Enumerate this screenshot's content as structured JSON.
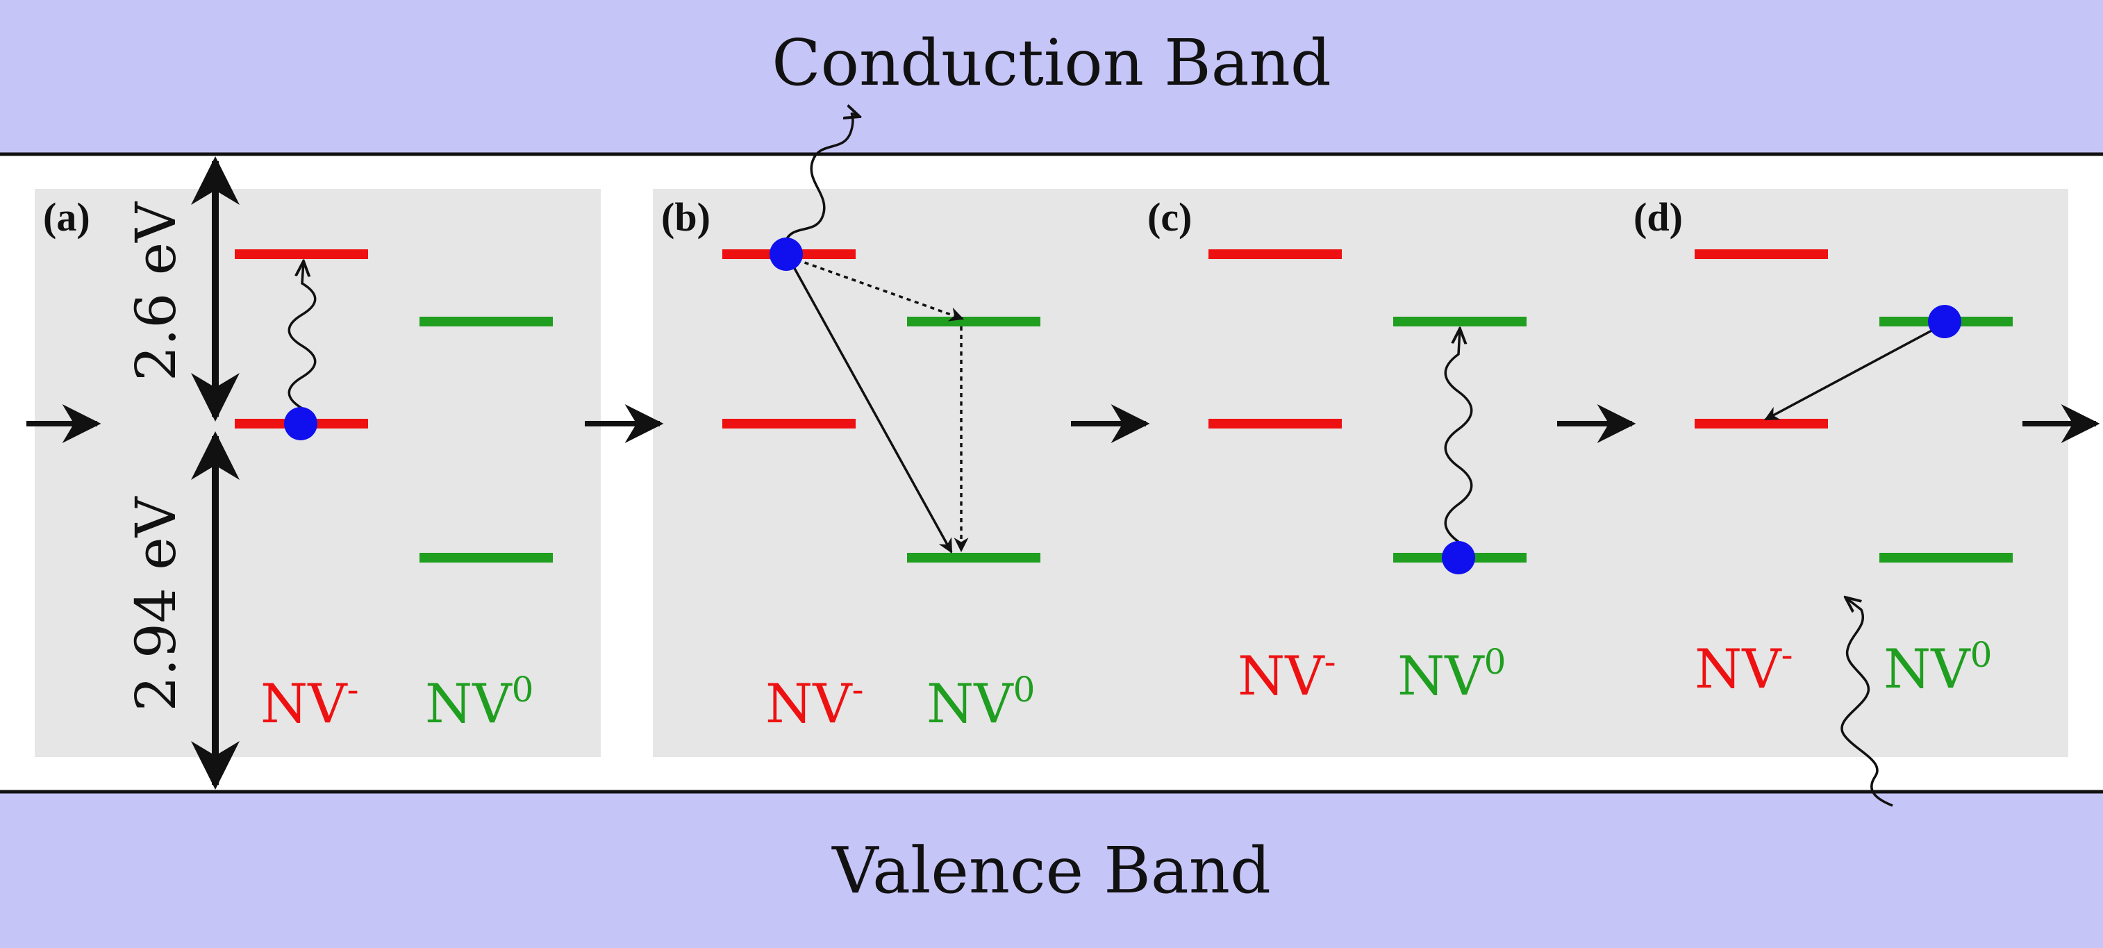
{
  "bands": {
    "conduction_label": "Conduction Band",
    "valence_label": "Valence Band"
  },
  "energies": {
    "upper_gap": "2.6 eV",
    "lower_gap": "2.94 eV"
  },
  "panels": [
    {
      "label": "(a)",
      "nv_minus": "NV",
      "nv_minus_charge": "-",
      "nv_zero": "NV",
      "nv_zero_charge": "0"
    },
    {
      "label": "(b)",
      "nv_minus": "NV",
      "nv_minus_charge": "-",
      "nv_zero": "NV",
      "nv_zero_charge": "0"
    },
    {
      "label": "(c)",
      "nv_minus": "NV",
      "nv_minus_charge": "-",
      "nv_zero": "NV",
      "nv_zero_charge": "0"
    },
    {
      "label": "(d)",
      "nv_minus": "NV",
      "nv_minus_charge": "-",
      "nv_zero": "NV",
      "nv_zero_charge": "0"
    }
  ],
  "colors": {
    "band_fill": "#c6c5f8",
    "panel_fill": "#e6e6e6",
    "nv_minus": "#ee1111",
    "nv_zero": "#1f9e1f",
    "electron": "#1010ee",
    "line": "#111111"
  }
}
